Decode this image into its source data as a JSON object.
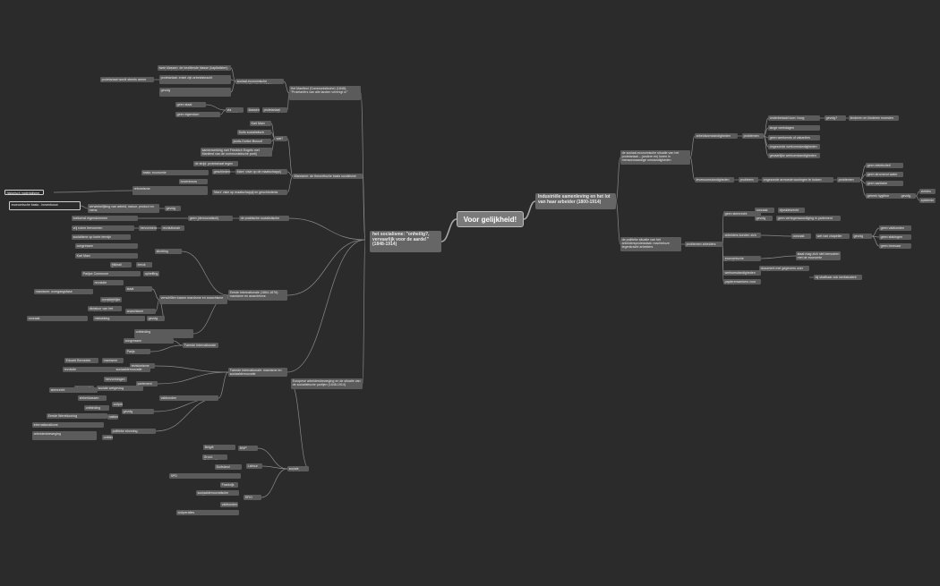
{
  "root": "Voor gelijkheid!",
  "right_branch": {
    "title": "Industriële samenleving en het lot van haar arbeider (1800-1914)",
    "topics": [
      {
        "label": "de sociaal-economische situatie van het proletariaat – (andere en) lonen in mensonwaardige omstandigheden",
        "groups": [
          {
            "label": "arbeidsomstandigheden",
            "sub": "problemen",
            "items": [
              "onderbetaald loon: hoog",
              "gevolg?",
              "kinderen en kinderen moesten werken",
              "lange werkdagen",
              "geen weekends of vakanties",
              "ongezonde werkomstandigheden",
              "gevaarlijke werkomstandigheden"
            ]
          },
          {
            "label": "levensomstandigheden",
            "sub": "probleem",
            "items": [
              "ongezonde armoede woningen te huizen",
              "problemen",
              "geen elektriciteit",
              "geen stromend water",
              "geen sanitaire voorziening",
              "gebrek hygiëne",
              "gevolg",
              "ziektes",
              "epidemie"
            ]
          }
        ]
      },
      {
        "label": "de politieke situatie van het arbeidersproletariaat: machteloze tegenkracht arbeiders",
        "sub": "problemen arbeiders",
        "items": [
          "geen stemrecht",
          "oorzaak",
          "cijnskiesrecht",
          "gevolg",
          "geen vertegenwoordiging in parlement",
          "arbeiders konden zich niet verenigen",
          "oorzaak",
          "wet van chapelier",
          "gevolg",
          "geen vakbonden",
          "geen stakingen",
          "geen bezwaar",
          "economische liberalisme",
          "staat mag zich niet bemoeien met de economie",
          "werkomstandigheden",
          "document met gegevens over arbeiders",
          "papierenwerkers voor arbeiders",
          "bij strafbaar ook werkstudent"
        ]
      }
    ]
  },
  "left_branch": {
    "title": "het socialisme: \"onheilig?, vervaarlijk voor de aarde!\" (1848-1914)",
    "manifest": {
      "label": "Het Manifest (Communistische) (1848): \"Proletariërs van alle landen verenigt u!\"",
      "items": [
        "sociaal-economische tegenstelling (in het 19de-eeuwse industriële samenleving)",
        "twee klassen: de bezittende klasse (kapitalisten) en de arbeiders (proletariaat)",
        "proletariaat: enkel zijn arbeidskracht",
        "gevolg",
        "proletariaat wordt steeds armer",
        "oplossing van het probleem",
        "proletariaat werd wordt fabriekbaas",
        "klassenloze maatschappij",
        "geen staat",
        "geen eigendom",
        "via revolutie",
        "oorzaak"
      ]
    },
    "marxism": {
      "label": "Marxisme: de theoretische basis socialisme",
      "items": [
        "Karl Marx",
        "wat?",
        "Duits socialistisch",
        "joods-Duitse filosoof",
        "samenwerking met Friedrich Engels met Manifest van de communistische partij",
        "de strijd: proletariaat tegen burgerij",
        "klassenstrijd",
        "geschiedenis van de mensheid is een geschiedenis van klassenstrijd",
        "historisch materialisme",
        "Marx' visie op de maatschappij",
        "basis: economie",
        "bovenbouw",
        "reformisme",
        "revolutie",
        "'Marx' visie op maatschappij en geschiedenis",
        "verwerkelijking van arbeid, natuur, product en mens",
        "economische basis - bovenbouw",
        "gevolg"
      ]
    },
    "socialism": {
      "label": "de praktische socialistische stromingen",
      "items": [
        "geen (democratisch) socialisme",
        "toekomst eigendommen",
        "vrij ruime hervormen",
        "hervormend",
        "revolutionair",
        "socialisme op korte termijn"
      ]
    },
    "first_international": {
      "label": "Eerste Internationale (1864-1876): marxisme en anarchisme",
      "items": [
        "stichting",
        "congressen",
        "Karl Marx",
        "Mikhail Bakoenin",
        "anarchisme",
        "breuk",
        "Parijse Commune",
        "opheffing",
        "verschillen tussen marxisme en anarchisme",
        "revolutie",
        "staat",
        "oorzaak",
        "mislukking",
        "ontbinding",
        "gevolg",
        "onmiddellijke afschaffing staat",
        "marxisme: overgangsfase",
        "dictatuur van het proletariaat",
        "anarchisme"
      ]
    },
    "second_international": {
      "label": "Tweede Internationale: marxisme en sociaaldemocratie",
      "items": [
        "Tweede Internationale",
        "oprichting",
        "Parijs",
        "congressen",
        "revisionisme",
        "Eduard Bernstein",
        "marxisme",
        "revolutie",
        "sociaaldemocratie",
        "hervormingen",
        "parlement",
        "democratie",
        "stemrecht",
        "sociale wetgeving",
        "vakbonden",
        "coöperaties",
        "ziekenkassen",
        "ontbinding",
        "Eerste Wereldoorlog",
        "nationalisme",
        "internationalisme",
        "gevolg",
        "politieke stroming",
        "arbeidersbeweging"
      ]
    },
    "labour_movement": {
      "label": "Europese arbeidersbeweging en de situatie van de socialistische partijen (1848-1914)",
      "items": [
        "België",
        "BWP",
        "Groot-Brittannië",
        "Labour",
        "Duitsland",
        "SPD",
        "Frankrijk",
        "SFIO",
        "sociaaldemocratische partijen",
        "vakbonden",
        "coöperaties",
        "mutualiteiten",
        "geen stemrecht",
        "algemeen stemrecht",
        "sociale wetgeving",
        "verbetering"
      ]
    }
  }
}
